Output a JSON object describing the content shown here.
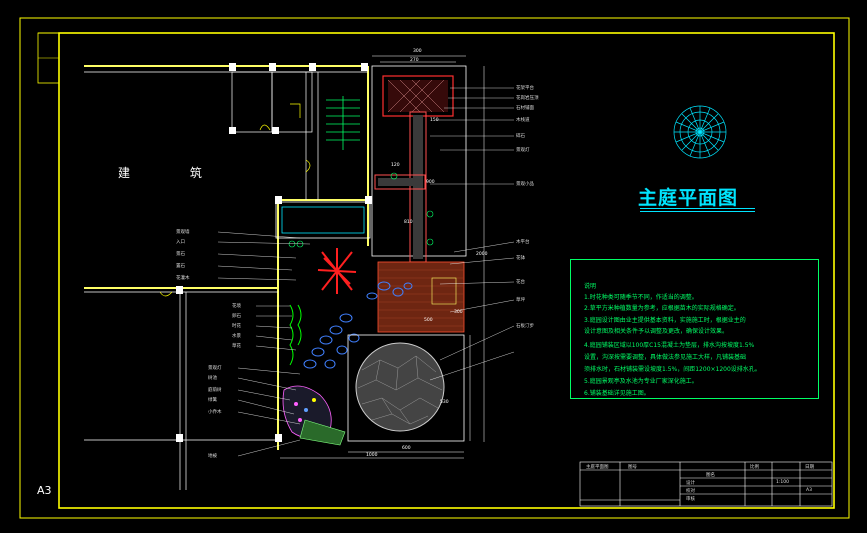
{
  "drawing": {
    "title": "主庭平面图",
    "building_label": "建 筑",
    "sheet_size": "A3"
  },
  "notes": {
    "heading": "说明",
    "lines": [
      "1.时花种类可随季节不同，作适当的调整。",
      "2.草平方米种植数量为参考，应根据苗木的实际规格确定。",
      "3.庭园设计图由业主提供基本资料，实施施工时，根据业主的",
      "  设计意图及相关条件予以调整及更改，确保设计效果。",
      "4.庭园铺装区域以100厚C15混凝土为垫层，排水沟按坡度1.5%",
      "  设置，沟深按需要调整，具体做法参见施工大样，凡铺装基础",
      "  须排水时，石材铺装需设坡度1.5%，间距1200×1200设排水孔。",
      "5.庭园景观亭及水池为专业厂家深化施工。",
      "6.铺装基础详见施工图。"
    ]
  },
  "dimensions": {
    "top_outer": "300",
    "top_inner": "270",
    "left_mid": "150",
    "bottom_a": "600",
    "bottom_b": "1000",
    "right_a": "2000",
    "side_a": "120",
    "side_b": "530",
    "mid_a": "900",
    "mid_b": "810",
    "deck_a": "300",
    "deck_b": "500"
  },
  "callouts_right": [
    "花架平台",
    "花岗岩压顶",
    "石材铺面",
    "木栈道",
    "碎石",
    "景观灯",
    "景观小品",
    "木平台",
    "花钵",
    "花台",
    "草坪",
    "石板汀步"
  ],
  "callouts_left": [
    "景观墙",
    "入口",
    "景石",
    "置石",
    "花灌木",
    "花境",
    "卵石",
    "时花",
    "水景",
    "草花",
    "景观灯",
    "树池",
    "庭荫树",
    "绿篱",
    "小乔木",
    "地被"
  ],
  "title_block": {
    "cells": [
      "主庭平面图",
      "图号",
      "比例",
      "日期",
      "设计",
      "校对",
      "审核",
      "图名",
      "1:100",
      "A3"
    ]
  },
  "colors": {
    "frame": "#ffff00",
    "title": "#00e5ff",
    "notes": "#00ff66",
    "wall": "#ffff66",
    "accent": "#ff2020",
    "deck": "#8b2a18",
    "paving": "#cccccc"
  }
}
